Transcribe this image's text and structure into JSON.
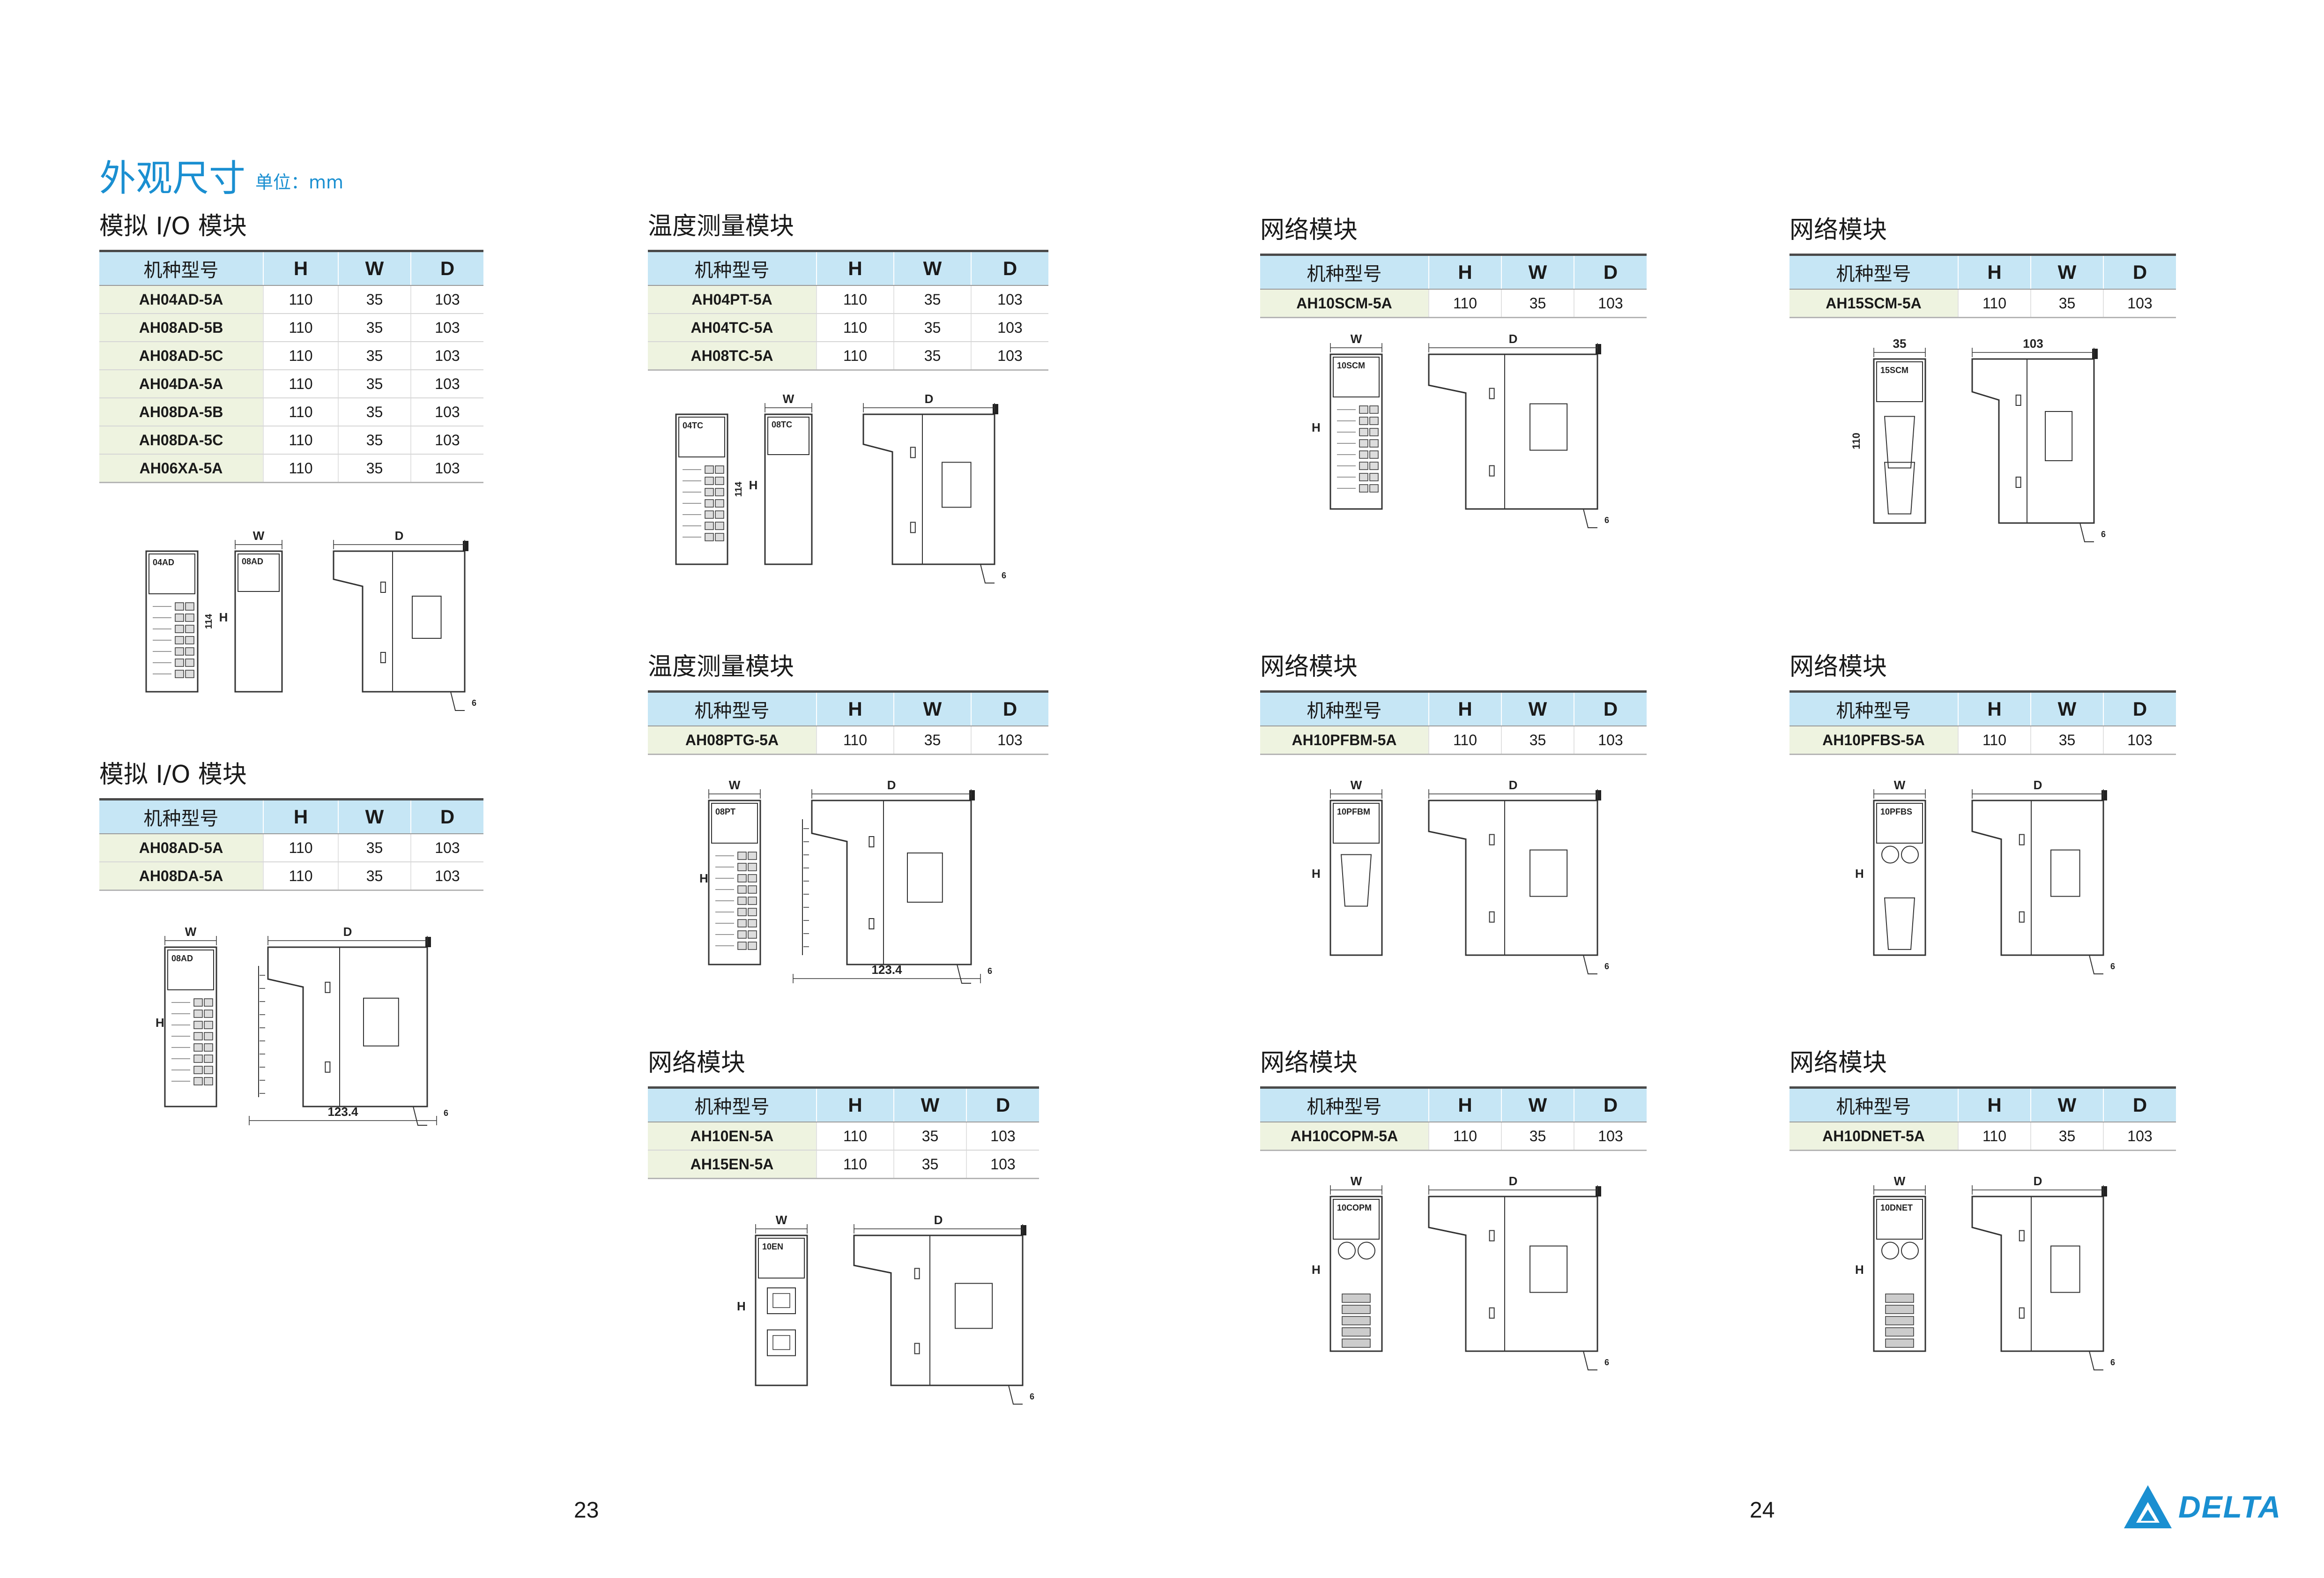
{
  "page": {
    "title": "外观尺寸",
    "unit": "单位：mm",
    "page_left": "23",
    "page_right": "24",
    "logo_text": "DELTA",
    "brand_color": "#1a8fd1"
  },
  "table_header": {
    "model": "机种型号",
    "h": "H",
    "w": "W",
    "d": "D"
  },
  "drawing_labels": {
    "w": "W",
    "d": "D",
    "h": "H",
    "small": "6"
  },
  "blocks": [
    {
      "title": "模拟 I/O 模块",
      "rows": [
        {
          "model": "AH04AD-5A",
          "h": "110",
          "w": "35",
          "d": "103"
        },
        {
          "model": "AH08AD-5B",
          "h": "110",
          "w": "35",
          "d": "103"
        },
        {
          "model": "AH08AD-5C",
          "h": "110",
          "w": "35",
          "d": "103"
        },
        {
          "model": "AH04DA-5A",
          "h": "110",
          "w": "35",
          "d": "103"
        },
        {
          "model": "AH08DA-5B",
          "h": "110",
          "w": "35",
          "d": "103"
        },
        {
          "model": "AH08DA-5C",
          "h": "110",
          "w": "35",
          "d": "103"
        },
        {
          "model": "AH06XA-5A",
          "h": "110",
          "w": "35",
          "d": "103"
        }
      ],
      "drawing": {
        "front_tag": "04AD",
        "side_tag": "08AD",
        "h_value": "114",
        "extra_dim": ""
      }
    },
    {
      "title": "模拟 I/O 模块",
      "rows": [
        {
          "model": "AH08AD-5A",
          "h": "110",
          "w": "35",
          "d": "103"
        },
        {
          "model": "AH08DA-5A",
          "h": "110",
          "w": "35",
          "d": "103"
        }
      ],
      "drawing": {
        "front_tag": "08AD",
        "h_value": "",
        "extra_dim": "123.4"
      }
    },
    {
      "title": "温度测量模块",
      "rows": [
        {
          "model": "AH04PT-5A",
          "h": "110",
          "w": "35",
          "d": "103"
        },
        {
          "model": "AH04TC-5A",
          "h": "110",
          "w": "35",
          "d": "103"
        },
        {
          "model": "AH08TC-5A",
          "h": "110",
          "w": "35",
          "d": "103"
        }
      ],
      "drawing": {
        "front_tag": "04TC",
        "side_tag": "08TC",
        "h_value": "114",
        "extra_dim": ""
      }
    },
    {
      "title": "温度测量模块",
      "rows": [
        {
          "model": "AH08PTG-5A",
          "h": "110",
          "w": "35",
          "d": "103"
        }
      ],
      "drawing": {
        "front_tag": "08PT",
        "h_value": "",
        "extra_dim": "123.4"
      }
    },
    {
      "title": "网络模块",
      "rows": [
        {
          "model": "AH10EN-5A",
          "h": "110",
          "w": "35",
          "d": "103"
        },
        {
          "model": "AH15EN-5A",
          "h": "110",
          "w": "35",
          "d": "103"
        }
      ],
      "drawing": {
        "front_tag": "10EN",
        "h_value": "",
        "extra_dim": ""
      }
    },
    {
      "title": "网络模块",
      "rows": [
        {
          "model": "AH10SCM-5A",
          "h": "110",
          "w": "35",
          "d": "103"
        }
      ],
      "drawing": {
        "front_tag": "10SCM",
        "h_value": "",
        "extra_dim": ""
      }
    },
    {
      "title": "网络模块",
      "rows": [
        {
          "model": "AH10PFBM-5A",
          "h": "110",
          "w": "35",
          "d": "103"
        }
      ],
      "drawing": {
        "front_tag": "10PFBM",
        "h_value": "",
        "extra_dim": ""
      }
    },
    {
      "title": "网络模块",
      "rows": [
        {
          "model": "AH10COPM-5A",
          "h": "110",
          "w": "35",
          "d": "103"
        }
      ],
      "drawing": {
        "front_tag": "10COPM",
        "h_value": "",
        "extra_dim": ""
      }
    },
    {
      "title": "网络模块",
      "rows": [
        {
          "model": "AH15SCM-5A",
          "h": "110",
          "w": "35",
          "d": "103"
        }
      ],
      "drawing": {
        "front_tag": "15SCM",
        "h_value": "110",
        "w_value": "35",
        "d_value": "103",
        "extra_dim": ""
      }
    },
    {
      "title": "网络模块",
      "rows": [
        {
          "model": "AH10PFBS-5A",
          "h": "110",
          "w": "35",
          "d": "103"
        }
      ],
      "drawing": {
        "front_tag": "10PFBS",
        "h_value": "",
        "extra_dim": ""
      }
    },
    {
      "title": "网络模块",
      "rows": [
        {
          "model": "AH10DNET-5A",
          "h": "110",
          "w": "35",
          "d": "103"
        }
      ],
      "drawing": {
        "front_tag": "10DNET",
        "h_value": "",
        "extra_dim": ""
      }
    }
  ]
}
